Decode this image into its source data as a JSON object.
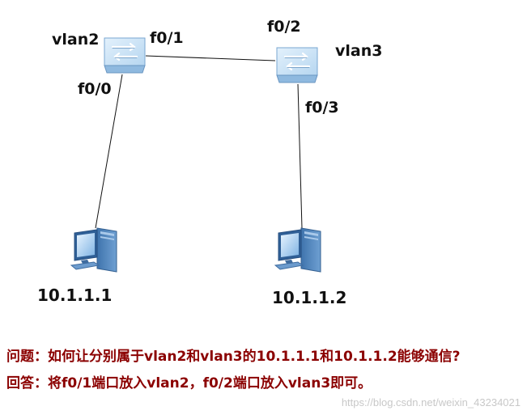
{
  "switches": [
    {
      "label": "vlan2",
      "icon": "switch-icon"
    },
    {
      "label": "vlan3",
      "icon": "switch-icon"
    }
  ],
  "ports": {
    "sw1_pc": "f0/0",
    "sw1_trunk": "f0/1",
    "sw2_trunk": "f0/2",
    "sw2_pc": "f0/3"
  },
  "hosts": [
    {
      "ip": "10.1.1.1",
      "icon": "pc-icon"
    },
    {
      "ip": "10.1.1.2",
      "icon": "pc-icon"
    }
  ],
  "notes": {
    "question": "问题：如何让分别属于vlan2和vlan3的10.1.1.1和10.1.1.2能够通信?",
    "answer": "回答：将f0/1端口放入vlan2，f0/2端口放入vlan3即可。"
  },
  "watermark": "https://blog.csdn.net/weixin_43234021",
  "colors": {
    "note_text": "#8b0000",
    "switch_face": "#b9d8f2",
    "pc_body": "#5b8fc8"
  }
}
